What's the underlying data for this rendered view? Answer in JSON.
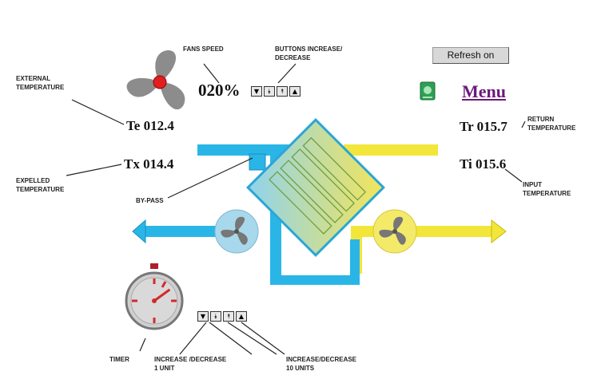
{
  "annotations": {
    "fans_speed": "FANS SPEED",
    "buttons_line1": "BUTTONS INCREASE/",
    "buttons_line2": "DECREASE",
    "external_line1": "EXTERNAL",
    "external_line2": "TEMPERATURE",
    "expelled_line1": "EXPELLED",
    "expelled_line2": "TEMPERATURE",
    "bypass": "BY-PASS",
    "return_line1": "RETURN",
    "return_line2": "TEMPERATURE",
    "input_line1": "INPUT",
    "input_line2": "TEMPERATURE",
    "timer": "TIMER",
    "inc1_line1": "INCREASE /DECREASE",
    "inc1_line2": "1 UNIT",
    "inc10_line1": "INCREASE/DECREASE",
    "inc10_line2": "10 UNITS"
  },
  "readings": {
    "fan_speed": "020%",
    "te": "Te 012.4",
    "tx": "Tx 014.4",
    "tr": "Tr 015.7",
    "ti": "Ti 015.6"
  },
  "buttons": {
    "refresh": "Refresh on",
    "menu": "Menu",
    "glyphs": [
      "▼",
      "⯯",
      "⯭",
      "▲"
    ]
  },
  "icons": {
    "fan": "fan-icon",
    "timer": "stopwatch-icon",
    "menu_icon": "green-gear-icon"
  },
  "colors": {
    "duct_blue": "#29b6e6",
    "duct_yellow": "#f2e63a",
    "fan_grey": "#8c8c8c",
    "fan_hub": "#e02020",
    "menu_purple": "#6a1b7a"
  },
  "timer_level": 0.15
}
